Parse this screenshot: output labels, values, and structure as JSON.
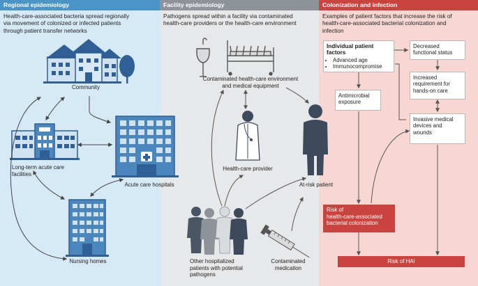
{
  "panels": {
    "regional": {
      "title": "Regional epidemiology",
      "description": [
        "Health-care-associated bacteria spread regionally",
        "via movement of colonized or infected patients",
        "through patient transfer networks"
      ],
      "labels": {
        "community": "Community",
        "long_term": [
          "Long-term acute care",
          "facilities"
        ],
        "acute": "Acute care hospitals",
        "nursing": "Nursing homes"
      }
    },
    "facility": {
      "title": "Facility epidemiology",
      "description": [
        "Pathogens spread within a facility via contaminated",
        "health-care providers or the health-care environment"
      ],
      "labels": {
        "environment": [
          "Contaminated health-care environment",
          "and medical equipment"
        ],
        "provider": "Health-care provider",
        "at_risk": "At-risk patient",
        "other": [
          "Other hospitalized",
          "patients with potential",
          "pathogens"
        ],
        "medication": [
          "Contaminated",
          "medication"
        ]
      }
    },
    "colonization": {
      "title": "Colonization and infection",
      "description": [
        "Examples of patient factors that increase the risk of",
        "health-care-associated bacterial colonization and",
        "infection"
      ],
      "boxes": {
        "individual_title": [
          "Individual patient",
          "factors"
        ],
        "individual_items": [
          "Advanced age",
          "Immunocompromise"
        ],
        "antimicrobial": [
          "Antimicrobial",
          "exposure"
        ],
        "decreased": [
          "Decreased",
          "functional status"
        ],
        "increased": [
          "Increased",
          "requirement for",
          "hands-on care"
        ],
        "invasive": [
          "Invasive medical",
          "devices and",
          "wounds"
        ],
        "risk_colonization": [
          "Risk of",
          "health-care-associated",
          "bacterial colonization"
        ],
        "risk_hai": "Risk of HAI"
      }
    }
  },
  "colors": {
    "regional_header": "#4b95c6",
    "facility_header": "#8e9299",
    "colonization_header": "#c9433f",
    "building_blue": "#2f5f95",
    "person_dark": "#3d4a5c"
  }
}
